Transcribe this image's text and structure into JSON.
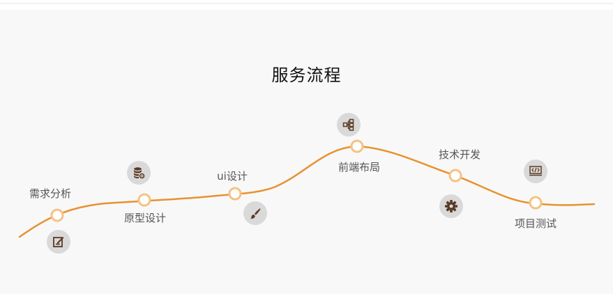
{
  "section": {
    "title": "服务流程"
  },
  "colors": {
    "accent": "#e8922e",
    "node_ring": "#f5c283",
    "icon_bg": "#d9d9d9",
    "icon_fg": "#5a3a24"
  },
  "steps": [
    {
      "label": "需求分析",
      "icon": "edit-icon"
    },
    {
      "label": "原型设计",
      "icon": "database-gear-icon"
    },
    {
      "label": "ui设计",
      "icon": "brush-icon"
    },
    {
      "label": "前端布局",
      "icon": "layout-icon"
    },
    {
      "label": "技术开发",
      "icon": "gear-icon"
    },
    {
      "label": "项目测试",
      "icon": "code-icon"
    }
  ]
}
